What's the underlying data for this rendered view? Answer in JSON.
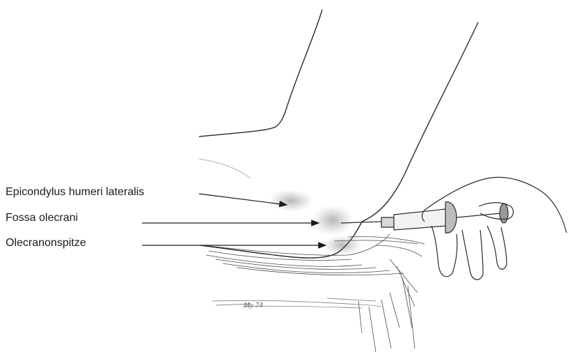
{
  "labels": {
    "epicondylus": "Epicondylus humeri lateralis",
    "fossa": "Fossa olecrani",
    "olecranon": "Olecranonspitze"
  },
  "signature": "My 74",
  "colors": {
    "ink": "#1a1a1a",
    "shade": "#8a8a8a",
    "background": "#ffffff"
  }
}
